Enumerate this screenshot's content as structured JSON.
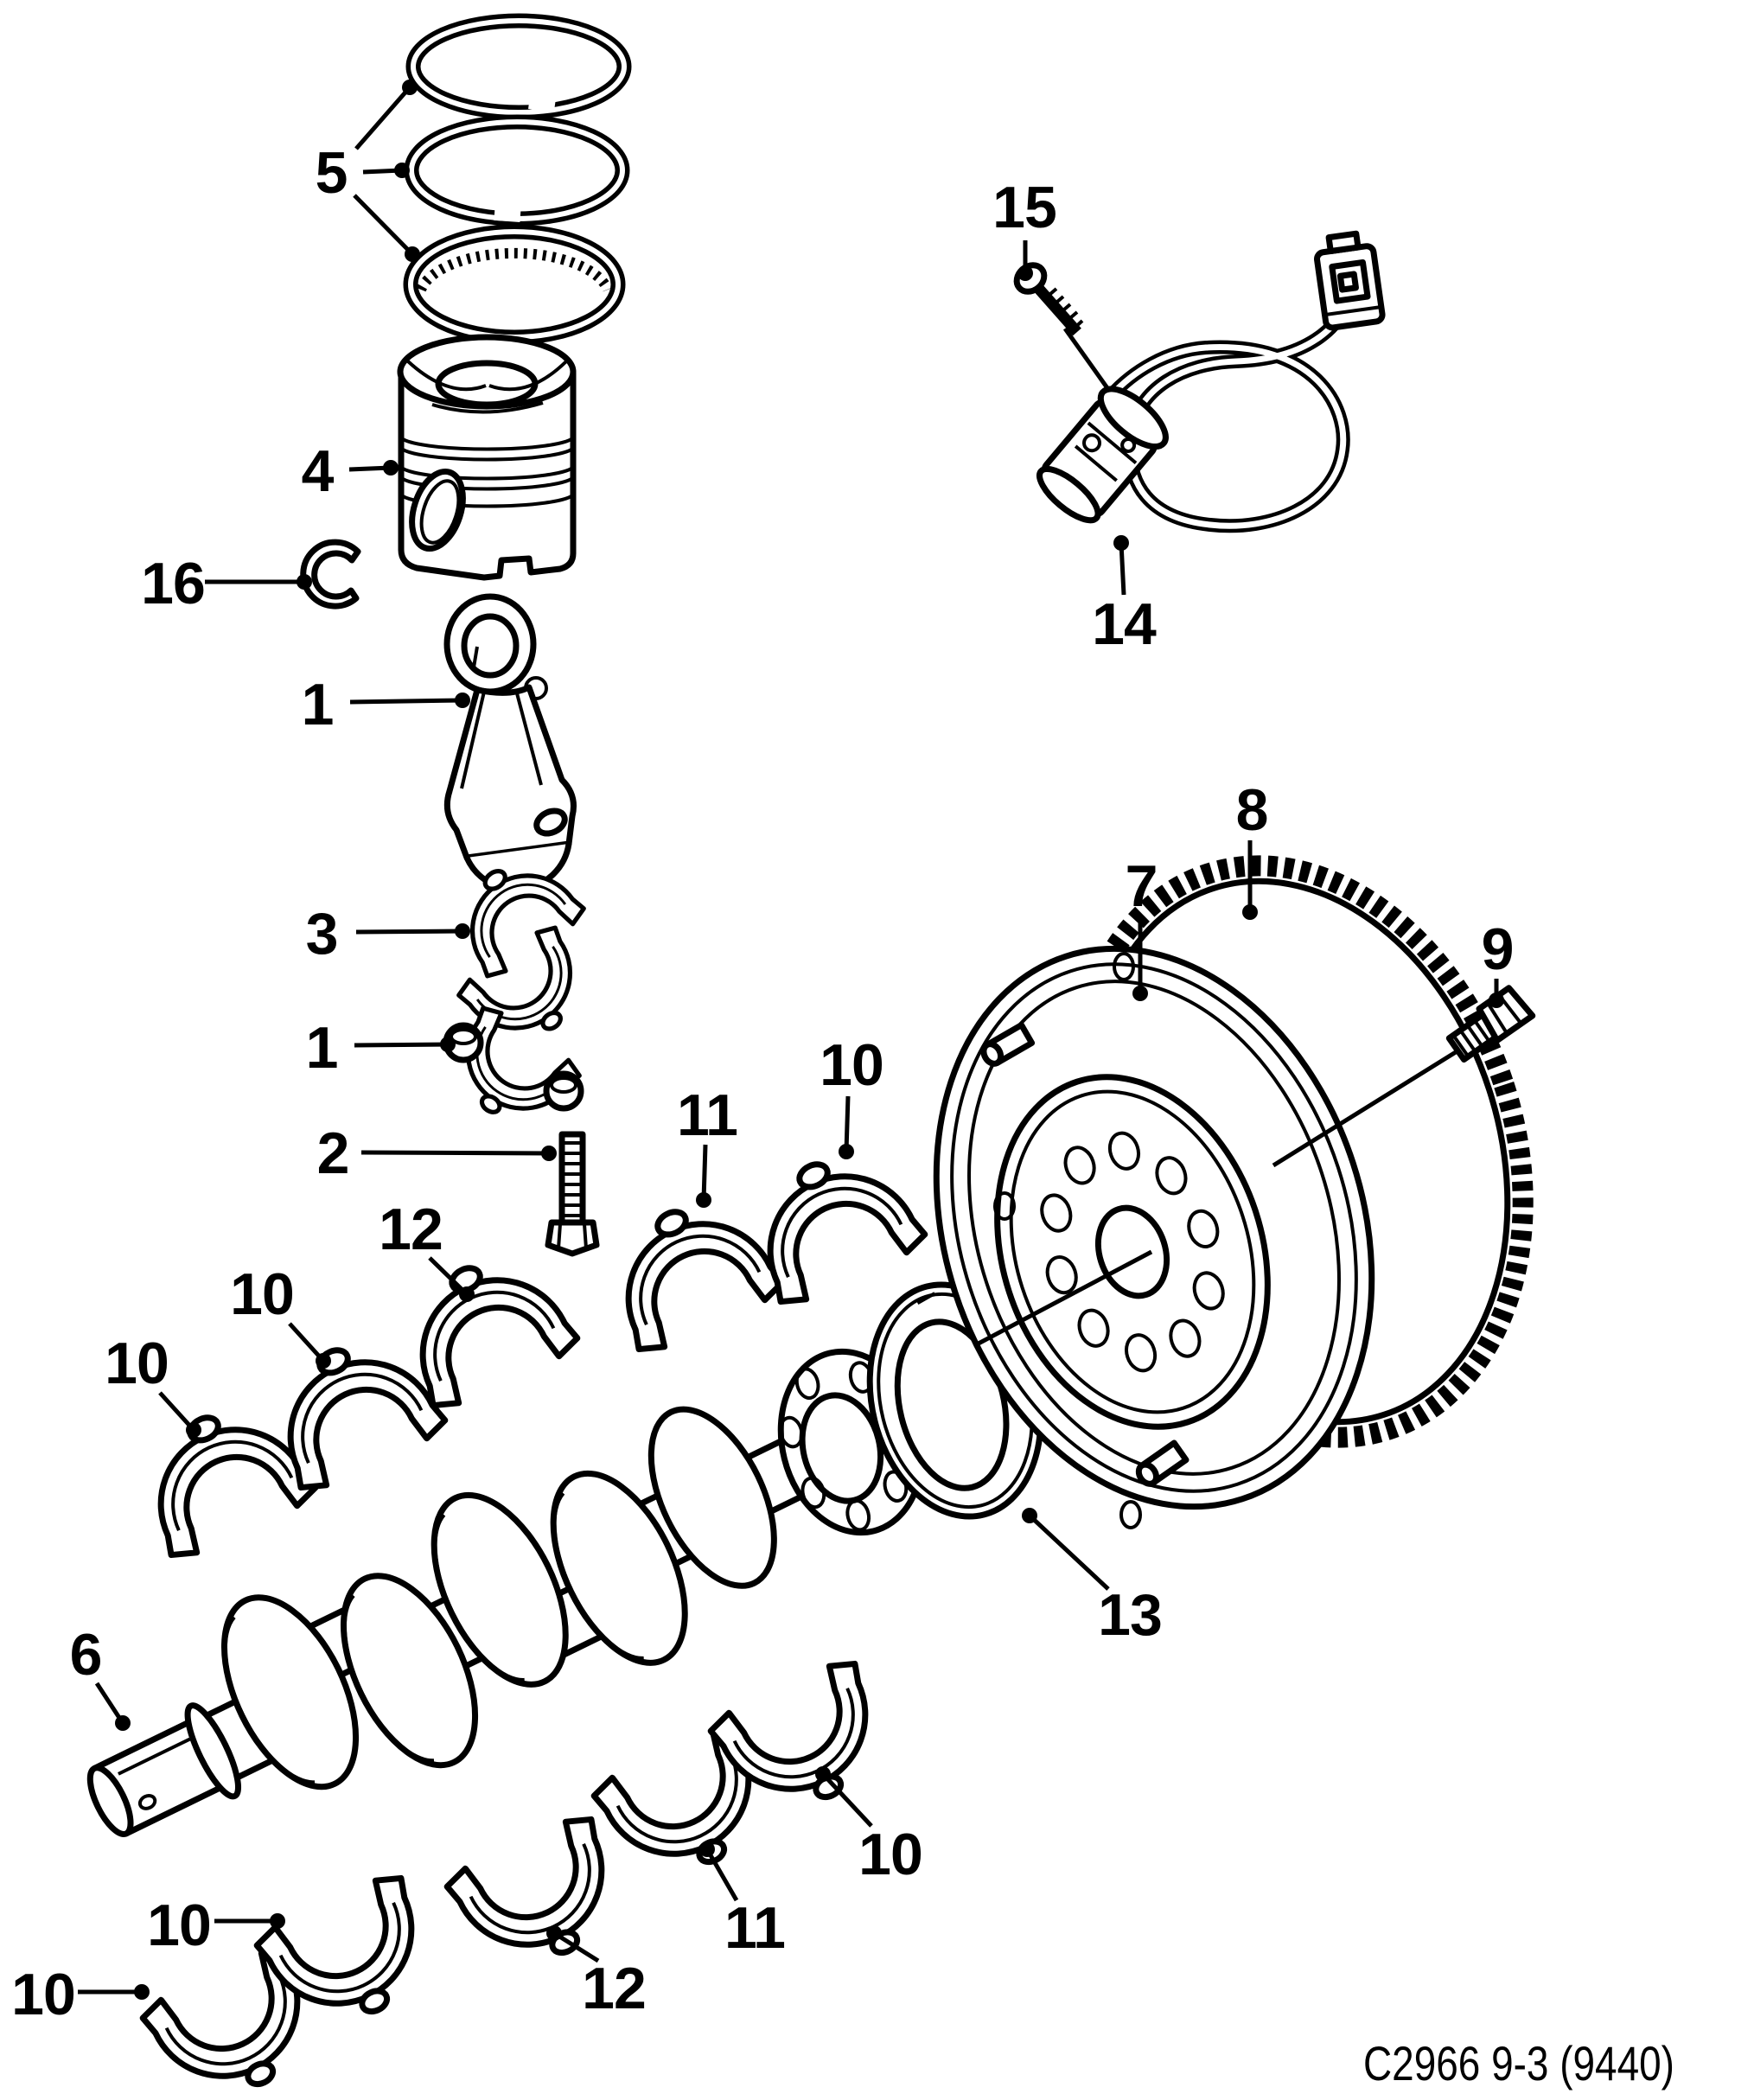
{
  "page": {
    "background": "#ffffff",
    "ink": "#000000",
    "kind": "exploded-parts-diagram"
  },
  "footer": {
    "code": "C2966 9-3 (9440)"
  },
  "callouts": [
    {
      "part": "piston-ring-set",
      "text": "5"
    },
    {
      "part": "piston",
      "text": "4"
    },
    {
      "part": "gudgeon-pin-circlip",
      "text": "16"
    },
    {
      "part": "connecting-rod",
      "text": "1"
    },
    {
      "part": "big-end-bearing-pair",
      "text": "3"
    },
    {
      "part": "big-end-bearing-lower",
      "text": "1"
    },
    {
      "part": "connecting-rod-bolt",
      "text": "2"
    },
    {
      "part": "main-bearing-shell-upper-center",
      "text": "12"
    },
    {
      "part": "main-bearing-shell-upper",
      "text": "11"
    },
    {
      "part": "main-bearing-shell-upper",
      "text": "10"
    },
    {
      "part": "main-bearing-shell-upper",
      "text": "10"
    },
    {
      "part": "main-bearing-shell-upper",
      "text": "10"
    },
    {
      "part": "crankshaft",
      "text": "6"
    },
    {
      "part": "sensor-screw",
      "text": "15"
    },
    {
      "part": "crankshaft-position-sensor",
      "text": "14"
    },
    {
      "part": "flywheel",
      "text": "7"
    },
    {
      "part": "ring-gear",
      "text": "8"
    },
    {
      "part": "flywheel-bolt",
      "text": "9"
    },
    {
      "part": "sealing-ring",
      "text": "13"
    },
    {
      "part": "main-bearing-shell-lower-center",
      "text": "12"
    },
    {
      "part": "main-bearing-shell-lower",
      "text": "11"
    },
    {
      "part": "main-bearing-shell-lower",
      "text": "10"
    },
    {
      "part": "main-bearing-shell-lower",
      "text": "10"
    },
    {
      "part": "main-bearing-shell-lower",
      "text": "10"
    }
  ]
}
